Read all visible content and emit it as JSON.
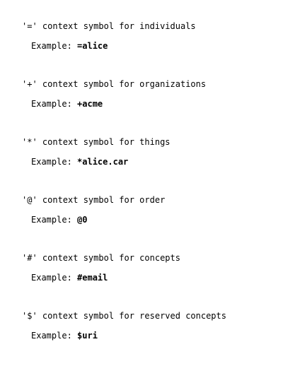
{
  "entries": [
    {
      "heading": "'=' context symbol for individuals",
      "example_label": "Example: ",
      "example_value": "=alice"
    },
    {
      "heading": "'+' context symbol for organizations",
      "example_label": "Example: ",
      "example_value": "+acme"
    },
    {
      "heading": "'*' context symbol for things",
      "example_label": "Example: ",
      "example_value": "*alice.car"
    },
    {
      "heading": "'@' context symbol for order",
      "example_label": "Example: ",
      "example_value": "@0"
    },
    {
      "heading": "'#' context symbol for concepts",
      "example_label": "Example: ",
      "example_value": "#email"
    },
    {
      "heading": "'$' context symbol for reserved concepts",
      "example_label": "Example: ",
      "example_value": "$uri"
    }
  ]
}
